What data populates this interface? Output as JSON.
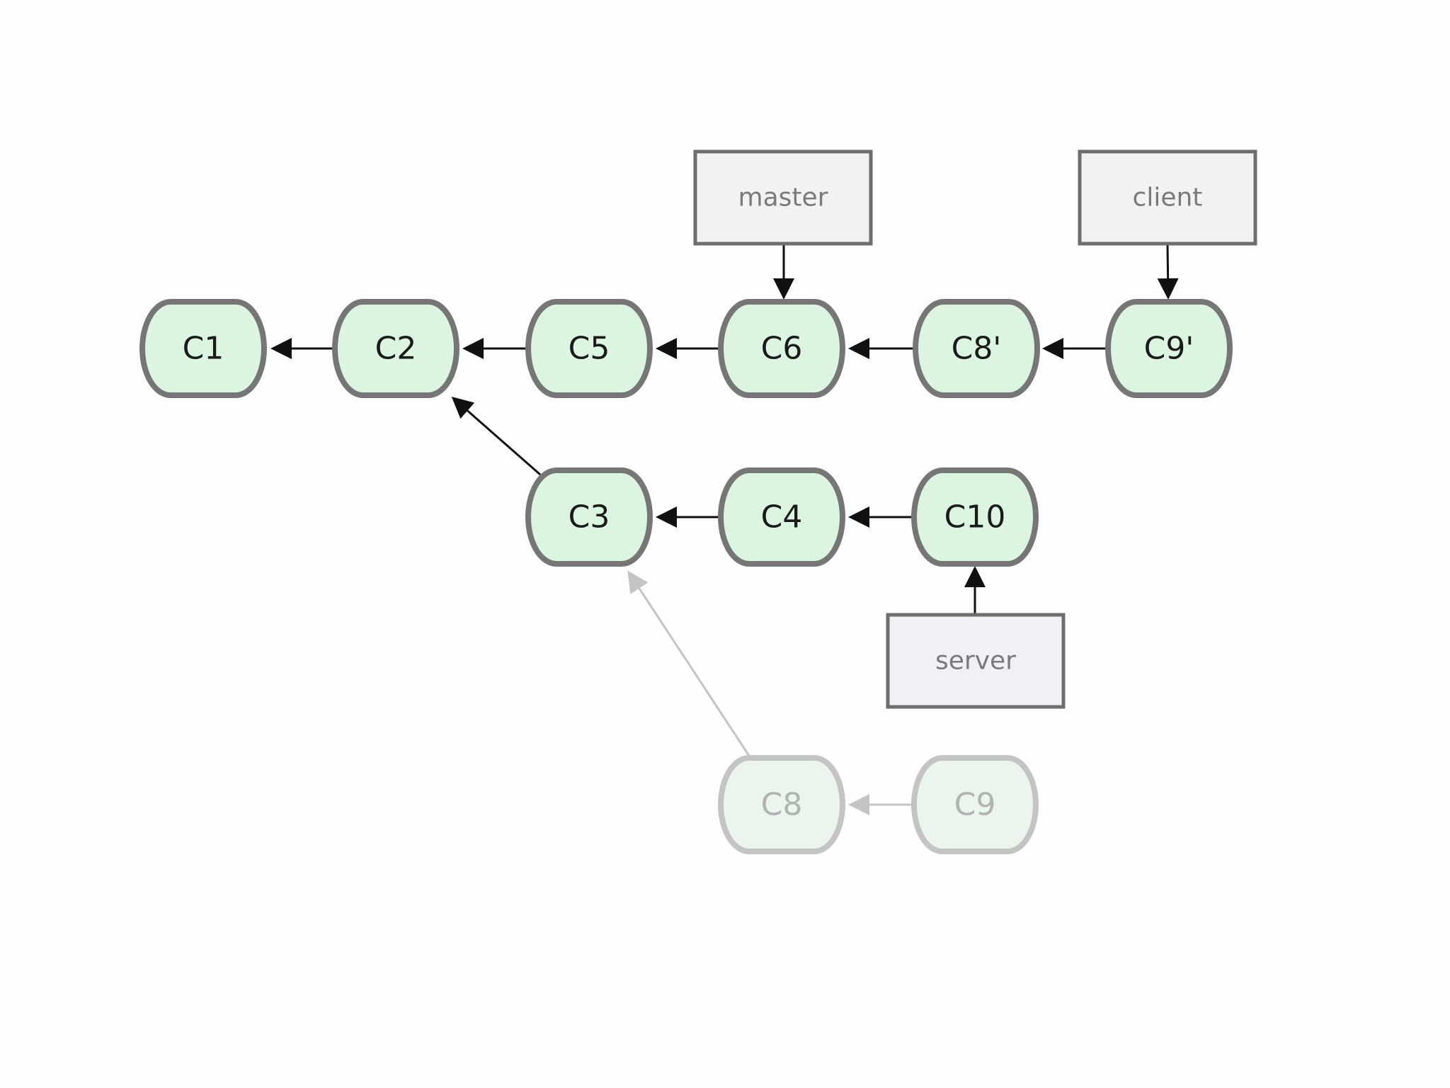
{
  "diagram": {
    "commits": [
      {
        "id": "c1",
        "label": "C1",
        "faded": false
      },
      {
        "id": "c2",
        "label": "C2",
        "faded": false
      },
      {
        "id": "c5",
        "label": "C5",
        "faded": false
      },
      {
        "id": "c6",
        "label": "C6",
        "faded": false
      },
      {
        "id": "c8p",
        "label": "C8'",
        "faded": false
      },
      {
        "id": "c9p",
        "label": "C9'",
        "faded": false
      },
      {
        "id": "c3",
        "label": "C3",
        "faded": false
      },
      {
        "id": "c4",
        "label": "C4",
        "faded": false
      },
      {
        "id": "c10",
        "label": "C10",
        "faded": false
      },
      {
        "id": "c8",
        "label": "C8",
        "faded": true
      },
      {
        "id": "c9",
        "label": "C9",
        "faded": true
      }
    ],
    "branches": [
      {
        "id": "master",
        "label": "master",
        "target": "c6"
      },
      {
        "id": "client",
        "label": "client",
        "target": "c9p"
      },
      {
        "id": "server",
        "label": "server",
        "target": "c10"
      }
    ],
    "parent_edges": [
      {
        "from": "c2",
        "to": "c1",
        "faded": false
      },
      {
        "from": "c5",
        "to": "c2",
        "faded": false
      },
      {
        "from": "c6",
        "to": "c5",
        "faded": false
      },
      {
        "from": "c8p",
        "to": "c6",
        "faded": false
      },
      {
        "from": "c9p",
        "to": "c8p",
        "faded": false
      },
      {
        "from": "c3",
        "to": "c2",
        "faded": false
      },
      {
        "from": "c4",
        "to": "c3",
        "faded": false
      },
      {
        "from": "c10",
        "to": "c4",
        "faded": false
      },
      {
        "from": "c8",
        "to": "c3",
        "faded": true
      },
      {
        "from": "c9",
        "to": "c8",
        "faded": true
      }
    ],
    "colors": {
      "commit_fill": "#dcf5e0",
      "commit_stroke": "#767676",
      "faded_stroke": "#c4c4c4",
      "branch_fill": "#f2f2f2",
      "arrow": "#111111"
    }
  }
}
